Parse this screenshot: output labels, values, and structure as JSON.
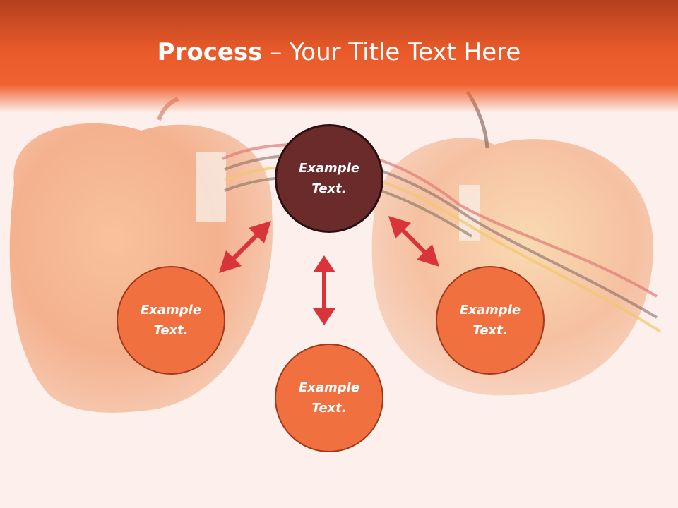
{
  "title": {
    "bold": "Process",
    "separator": " – ",
    "rest": "Your Title Text Here"
  },
  "colors": {
    "header": "#e85a2a",
    "circle_orange": "#f07040",
    "circle_dark": "#6b2b2b",
    "arrow": "#d9343a"
  },
  "nodes": {
    "top": "Example\nText.",
    "left": "Example\nText.",
    "bottom": "Example\nText.",
    "right": "Example\nText."
  }
}
